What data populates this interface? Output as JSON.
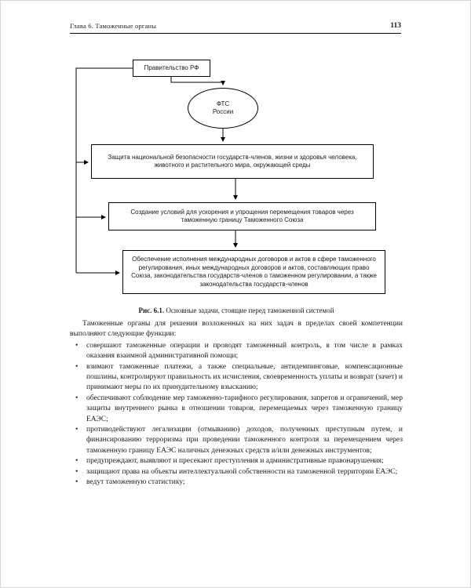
{
  "page": {
    "header": {
      "running_title": "Глава 6. Таможенные органы",
      "page_number": "113"
    },
    "diagram": {
      "government": "Правительство РФ",
      "fts": "ФТС\nРоссии",
      "task1": "Защита национальной безопасности государств-членов, жизни и здоровья человека, животного и растительного мира, окружающей среды",
      "task2": "Создание условий для ускорения и упрощения перемещения товаров через таможенную границу Таможенного Союза",
      "task3": "Обеспечение исполнения международных договоров и актов в сфере таможенного регулирования, иных международных договоров и актов, составляющих право Союза, законодательства государств-членов о таможенном регулировании, а также законодательства государств-членов",
      "caption_label": "Рис. 6.1.",
      "caption_text": " Основные задачи, стоящие перед таможенной системой"
    },
    "body": {
      "intro": "Таможенные органы для решения возложенных на них задач в пределах своей компетенции выполняют следующие функции:",
      "bullet_char": "•",
      "bullets": [
        "совершают таможенные операции и проводят таможенный контроль, в том числе в рамках оказания взаимной административной помощи;",
        "взимают таможенные платежи, а также специальные, антидемпинговые, компенсационные пошлины, контролируют правильность их исчисления, своевременность уплаты и возврат (зачет) и принимают меры по их принудительному взысканию;",
        "обеспечивают соблюдение мер таможенно-тарифного регулирования, запретов и ограничений, мер защиты внутреннего рынка в отношении товаров, перемещаемых через таможенную границу ЕАЭС;",
        "противодействуют легализации (отмыванию) доходов, полученных преступным путем, и финансированию терроризма при проведении таможенного контроля за перемещением через таможенную границу ЕАЭС наличных денежных средств и/или денежных инструментов;",
        "предупреждают, выявляют и пресекают преступления и административные правонарушения;",
        "защищают права на объекты интеллектуальной собственности на таможенной территории ЕАЭС;",
        "ведут таможенную статистику;"
      ]
    }
  }
}
